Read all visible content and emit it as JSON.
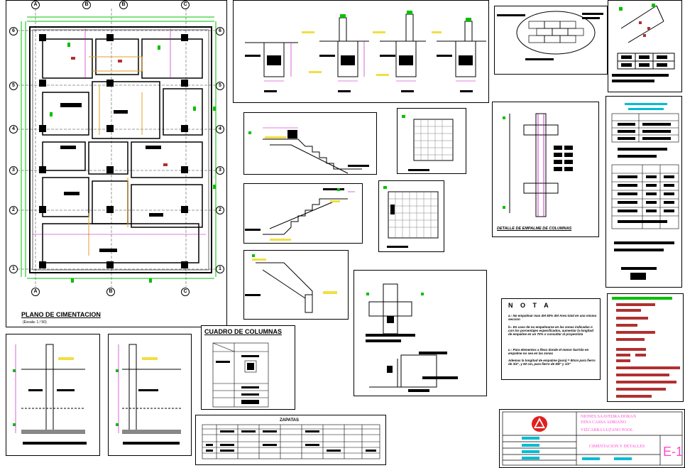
{
  "plan": {
    "title": "PLANO DE CIMENTACION",
    "scale": "(Escala: 1 / 50)",
    "axes_letters_top": [
      "A",
      "B",
      "C"
    ],
    "axes_numbers_left": [
      "6",
      "5",
      "4",
      "3",
      "2",
      "1"
    ]
  },
  "columns_table": {
    "title": "CUADRO DE COLUMNAS"
  },
  "footings_table": {
    "title": "ZAPATAS"
  },
  "column_detail": {
    "title": "DETALLE DE EMPALME DE COLUMNAS"
  },
  "note": {
    "title": "N O T A",
    "items": [
      "a.- No empalmar mas del 50% del Area total en una misma seccion",
      "b.- En caso de no empalmarse en las zonas indicadas o con los porcentajes especificados, aumentar la longitud de empalme en un 70% o consultar al proyectista",
      "c.- Para elementos a flexo donde el menor barrido en empalme no sea en las zonas",
      "Ademas la longitud de empalme (para) = 80cm para fierro de 3/4\", y 60 cm, para fierro de 5/8\" y 1/2\""
    ]
  },
  "title_block": {
    "owner_line1": "NIONES SAAVEDRA DORAN",
    "owner_line2": "DINA CASSA ADRIANO",
    "project": "VIZCARRA LUZANO POOL",
    "sheet_title": "CIMENTACION Y DETALLES",
    "sheet_code": "E-1"
  },
  "colors": {
    "line": "#000000",
    "dim": "#c000c0",
    "green": "#00c000",
    "yellow": "#f0e040",
    "red": "#b03030",
    "cyan": "#00bcd4",
    "pink": "#ff4bd0"
  }
}
